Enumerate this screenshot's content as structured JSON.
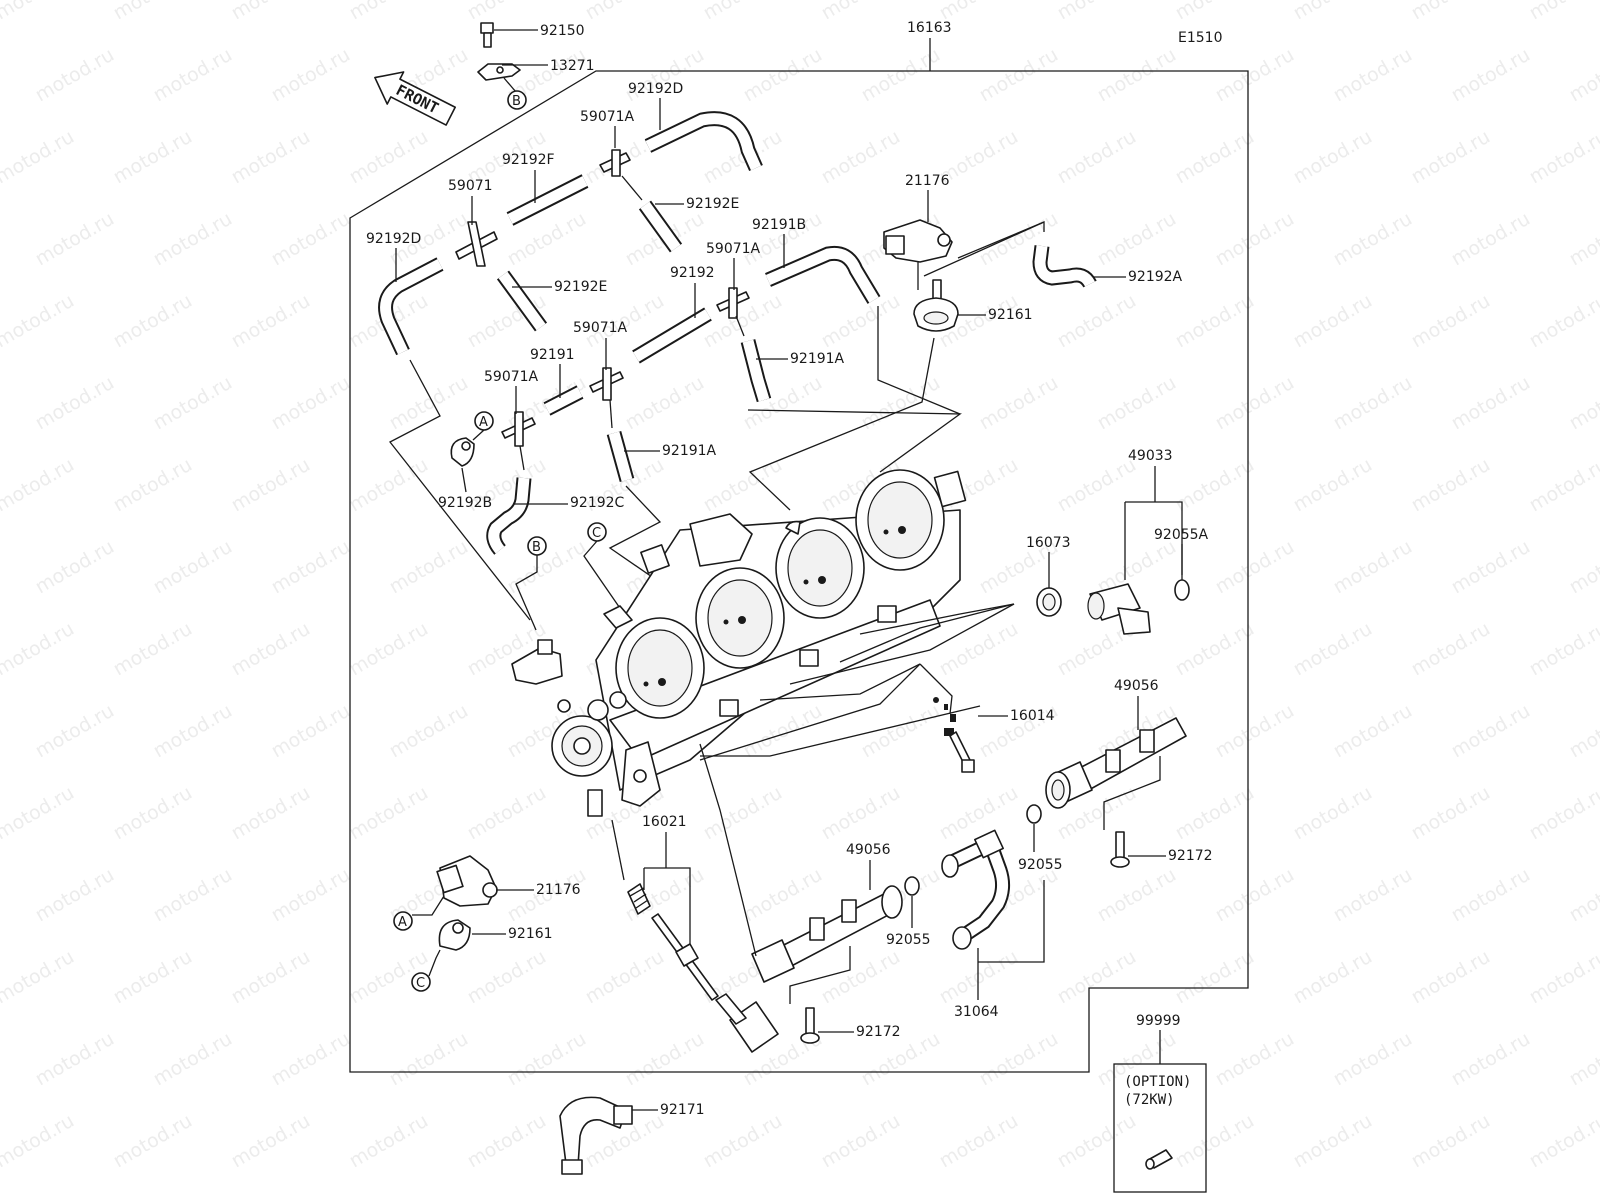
{
  "watermark": "motod.ru",
  "diagram_code": "E1510",
  "front_label": "FRONT",
  "assembly_number": "16163",
  "option_box": {
    "number": "99999",
    "line1": "(OPTION)",
    "line2": "(72KW)"
  },
  "callouts": {
    "A": "A",
    "B": "B",
    "C": "C"
  },
  "labels": {
    "p92150": "92150",
    "p13271": "13271",
    "p92192D_top": "92192D",
    "p59071A_1": "59071A",
    "p92192F": "92192F",
    "p59071": "59071",
    "p92192E_1": "92192E",
    "p92191B": "92191B",
    "p92192D_left": "92192D",
    "p92192E_2": "92192E",
    "p59071A_2": "59071A",
    "p92192": "92192",
    "p59071A_3": "59071A",
    "p92191A_1": "92191A",
    "p92191": "92191",
    "p59071A_4": "59071A",
    "p92191A_2": "92191A",
    "p92192B": "92192B",
    "p92192C": "92192C",
    "p21176_top": "21176",
    "p92192A": "92192A",
    "p92161_top": "92161",
    "p49033": "49033",
    "p92055A": "92055A",
    "p16073": "16073",
    "p16014": "16014",
    "p49056_right": "49056",
    "p92172_right": "92172",
    "p92055_right": "92055",
    "p16021": "16021",
    "p49056_center": "49056",
    "p92055_center": "92055",
    "p21176_bottom": "21176",
    "p92161_bottom": "92161",
    "p31064": "31064",
    "p92172_bottom": "92172",
    "p92171": "92171"
  }
}
